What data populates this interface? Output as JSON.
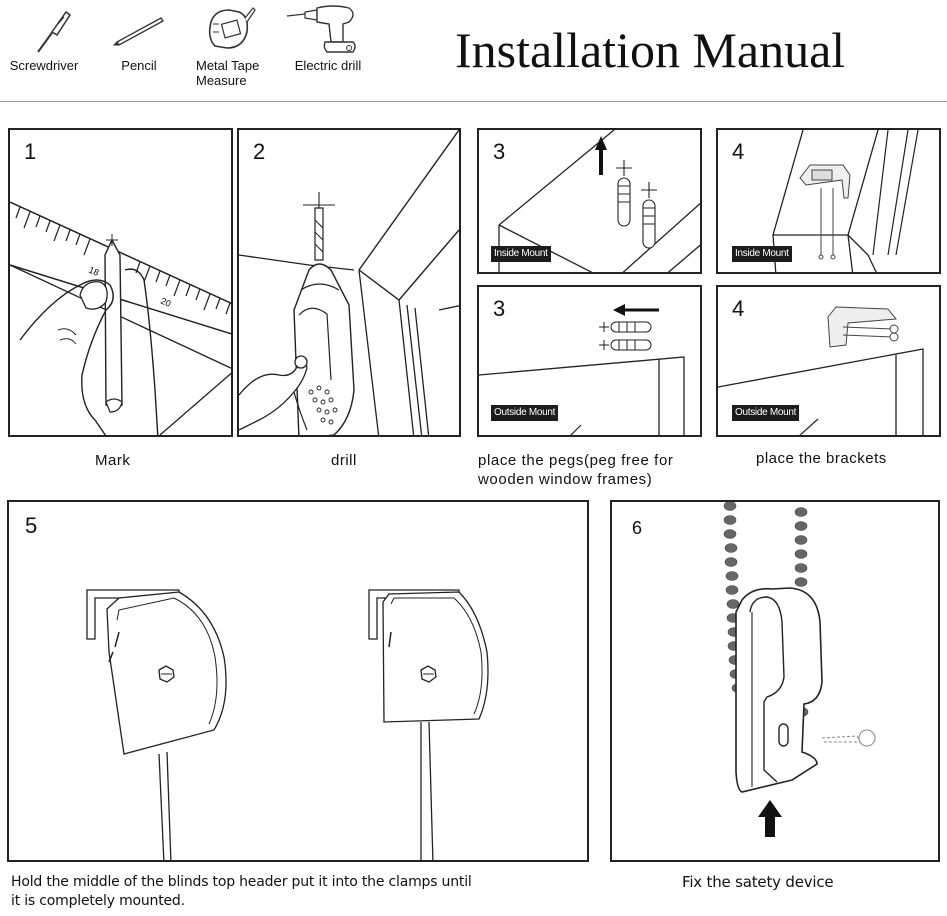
{
  "header": {
    "title": "Installation Manual",
    "tools": [
      {
        "icon": "screwdriver-icon",
        "label": "Screwdriver"
      },
      {
        "icon": "pencil-icon",
        "label": "Pencil"
      },
      {
        "icon": "tape-measure-icon",
        "label": "Metal Tape Measure",
        "label_lines": [
          "Metal Tape",
          "Measure"
        ]
      },
      {
        "icon": "electric-drill-icon",
        "label": "Electric drill"
      }
    ]
  },
  "steps": [
    {
      "number": "1",
      "caption": "Mark",
      "ruler_labels": [
        "18",
        "20"
      ]
    },
    {
      "number": "2",
      "caption": "drill"
    },
    {
      "number": "3",
      "variant": "Inside Mount"
    },
    {
      "number": "4",
      "variant": "Inside Mount"
    },
    {
      "number": "3",
      "variant": "Outside Mount"
    },
    {
      "number": "4",
      "variant": "Outside Mount"
    },
    {
      "number": "5"
    },
    {
      "number": "6"
    }
  ],
  "captions": {
    "pegs_line1": "place the pegs(peg free for",
    "pegs_line2": "wooden window frames)",
    "brackets": "place the brackets",
    "step5_line1": "Hold the middle of the blinds top header put it into the clamps until",
    "step5_line2": "it is completely mounted.",
    "step6": "Fix the satety device"
  }
}
